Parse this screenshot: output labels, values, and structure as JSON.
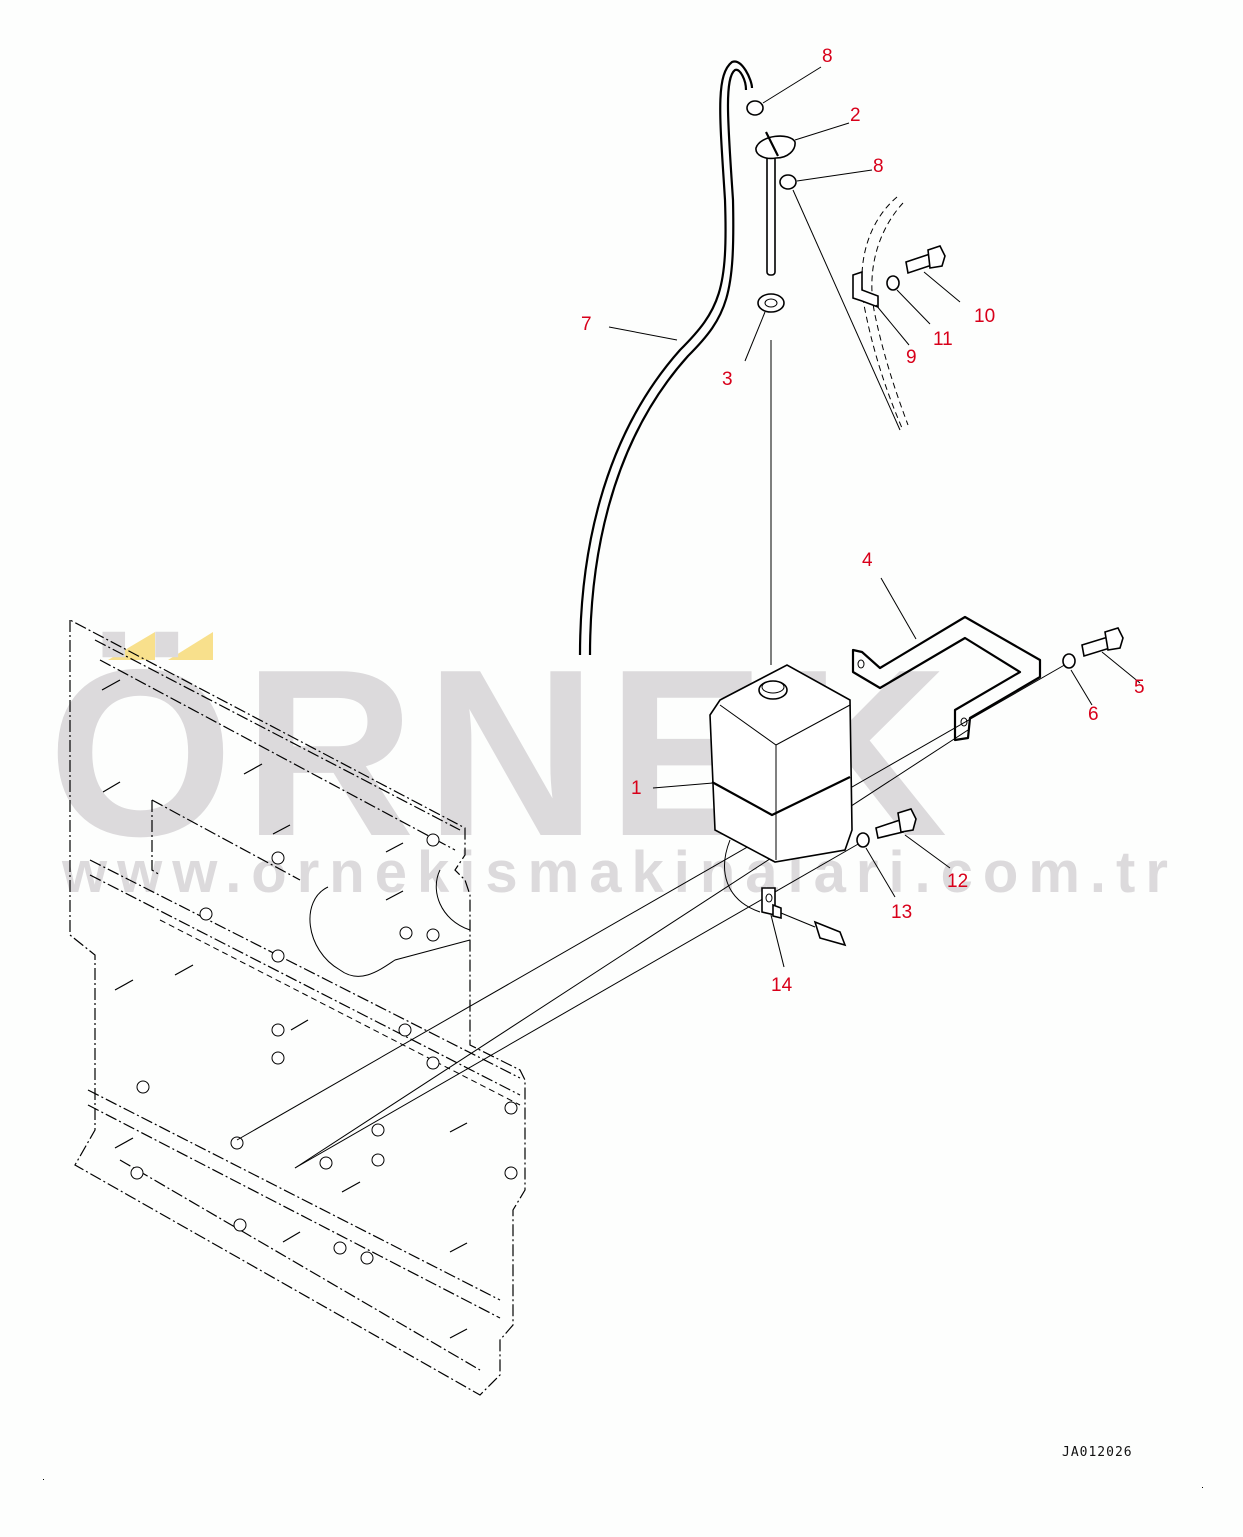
{
  "diagram": {
    "type": "exploded-parts-view",
    "reference_code": "JA012026",
    "watermark": {
      "brand": "ÖRNEK",
      "url": "www.ornekismakinalari.com.tr",
      "color": "#dcdadc",
      "accent_color": "#f8e08c"
    },
    "callout_color": "#d8001a",
    "callouts": [
      {
        "id": "1",
        "label": "1"
      },
      {
        "id": "2",
        "label": "2"
      },
      {
        "id": "3",
        "label": "3"
      },
      {
        "id": "4",
        "label": "4"
      },
      {
        "id": "5",
        "label": "5"
      },
      {
        "id": "6",
        "label": "6"
      },
      {
        "id": "7",
        "label": "7"
      },
      {
        "id": "8a",
        "label": "8"
      },
      {
        "id": "8b",
        "label": "8"
      },
      {
        "id": "9",
        "label": "9"
      },
      {
        "id": "10",
        "label": "10"
      },
      {
        "id": "11",
        "label": "11"
      },
      {
        "id": "12",
        "label": "12"
      },
      {
        "id": "13",
        "label": "13"
      },
      {
        "id": "14",
        "label": "14"
      }
    ]
  }
}
